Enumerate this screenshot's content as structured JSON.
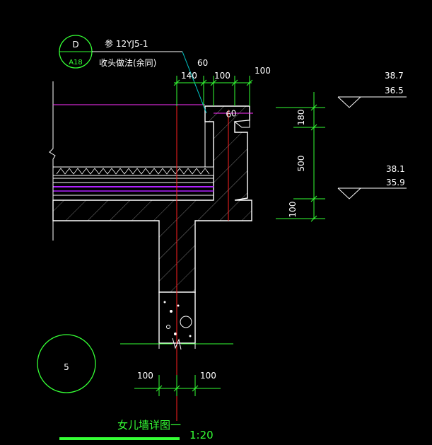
{
  "detail_callout": {
    "letter": "D",
    "sheet": "A18",
    "ref_text": "参 12YJ5-1",
    "note_text": "收头做法(余同)"
  },
  "top_dims": {
    "d140": "140",
    "d60": "60",
    "d100a": "100",
    "d100b": "100"
  },
  "parapet_label": "60",
  "vertical_dims": {
    "d180": "180",
    "d500": "500",
    "d100": "100"
  },
  "elevations": {
    "upper_top": "38.7",
    "upper_bottom": "36.5",
    "lower_top": "38.1",
    "lower_bottom": "35.9"
  },
  "bottom_dims": {
    "left": "100",
    "right": "100"
  },
  "detail_number": "5",
  "title": "女儿墙详图一",
  "scale": "1:20",
  "colors": {
    "background": "#000000",
    "outline": "#ffffff",
    "dimension": "#35ff35",
    "axis": "#ff2020",
    "waterproof": "#b020ff",
    "roof_line": "#ff30ff",
    "leader": "#00c8c8",
    "hatch": "#8a8a8a"
  }
}
